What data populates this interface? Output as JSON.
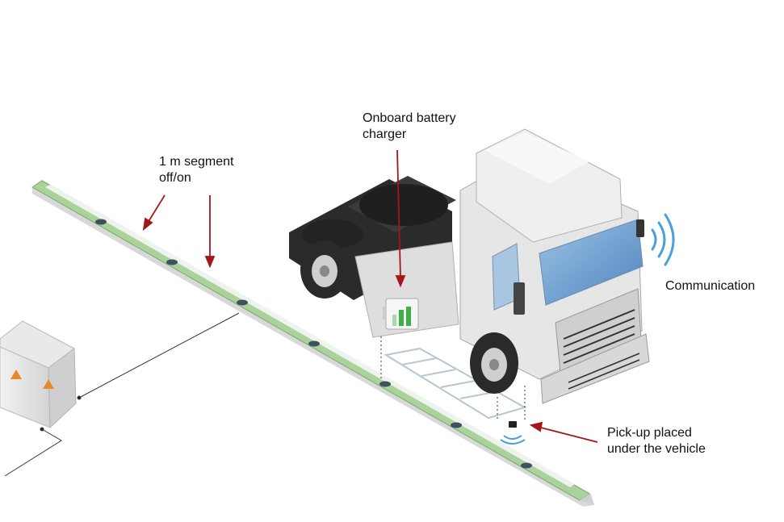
{
  "labels": {
    "segment": [
      "1 m segment",
      "off/on"
    ],
    "charger": [
      "Onboard battery",
      "charger"
    ],
    "communication": "Communication",
    "pickup": [
      "Pick-up placed",
      "under the vehicle"
    ]
  },
  "colors": {
    "road_green": "#a9d39a",
    "road_stripe": "#e9efe9",
    "arrow_red": "#a4161a",
    "signal_blue": "#4aa0dc",
    "battery_green": "#3fae49",
    "windshield": "#6f9fcf",
    "tire": "#2a2a2a",
    "cab": "#e4e4e4",
    "warning": "#e8872c"
  },
  "icons": [
    "warning-icon",
    "battery-icon",
    "signal-waves-icon",
    "antenna-icon"
  ]
}
